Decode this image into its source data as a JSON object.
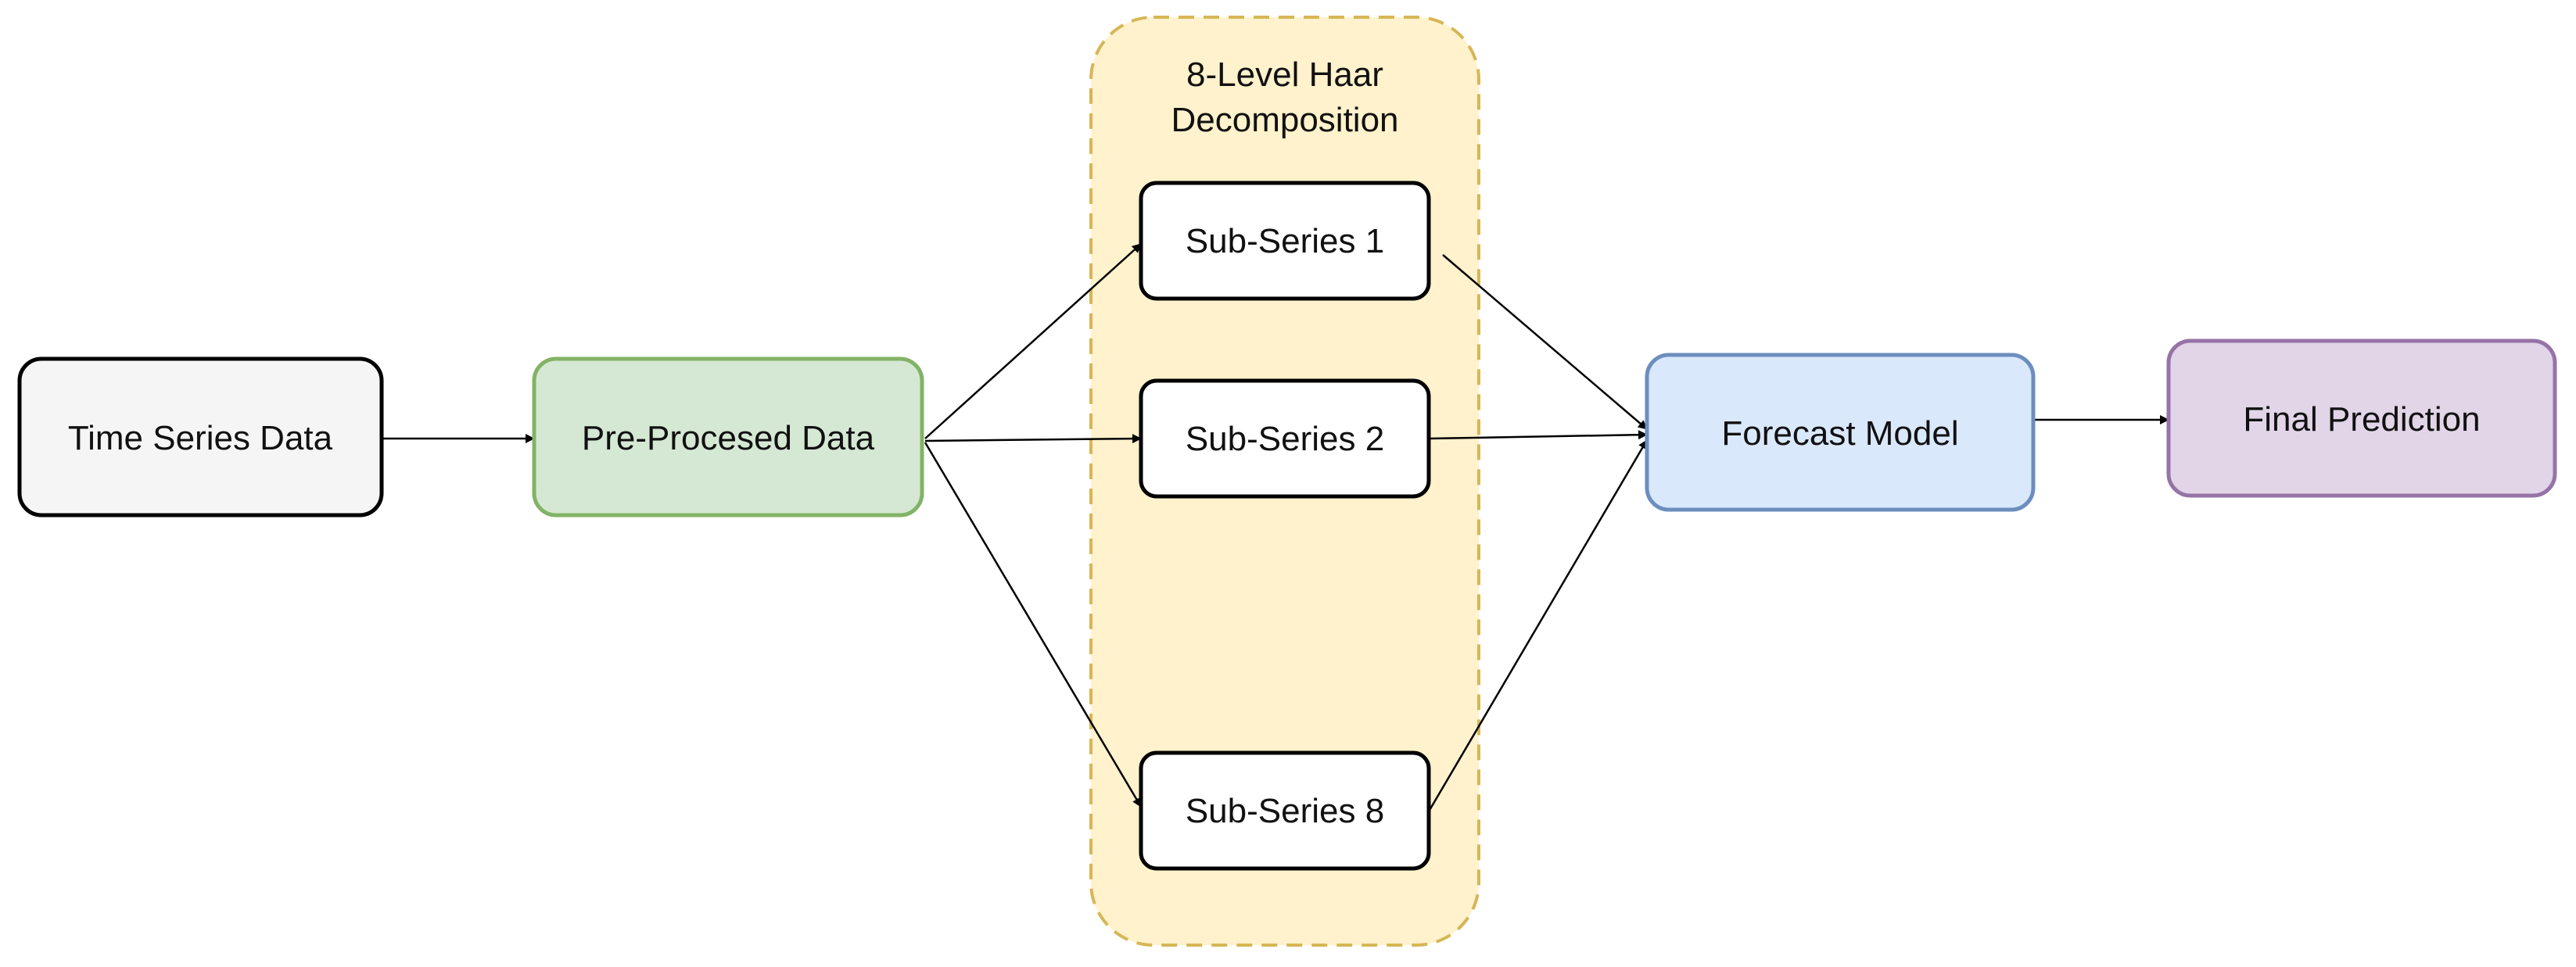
{
  "diagram": {
    "group": {
      "title_line1": "8-Level Haar",
      "title_line2": "Decomposition",
      "fill": "#FFF2CC",
      "stroke": "#D6B656"
    },
    "nodes": {
      "time_series": {
        "label": "Time Series Data",
        "fill": "#F5F5F5",
        "stroke": "#000000"
      },
      "preprocessed": {
        "label": "Pre-Procesed Data",
        "fill": "#D5E8D4",
        "stroke": "#82B366"
      },
      "sub1": {
        "label": "Sub-Series 1",
        "fill": "#FFFFFF",
        "stroke": "#000000"
      },
      "sub2": {
        "label": "Sub-Series 2",
        "fill": "#FFFFFF",
        "stroke": "#000000"
      },
      "sub8": {
        "label": "Sub-Series 8",
        "fill": "#FFFFFF",
        "stroke": "#000000"
      },
      "forecast": {
        "label": "Forecast Model",
        "fill": "#DAE8FC",
        "stroke": "#6C8EBF"
      },
      "final": {
        "label": "Final Prediction",
        "fill": "#E1D5E7",
        "stroke": "#9673A6"
      }
    },
    "edges": [
      [
        "time_series",
        "preprocessed"
      ],
      [
        "preprocessed",
        "sub1"
      ],
      [
        "preprocessed",
        "sub2"
      ],
      [
        "preprocessed",
        "sub8"
      ],
      [
        "sub1",
        "forecast"
      ],
      [
        "sub2",
        "forecast"
      ],
      [
        "sub8",
        "forecast"
      ],
      [
        "forecast",
        "final"
      ]
    ]
  }
}
